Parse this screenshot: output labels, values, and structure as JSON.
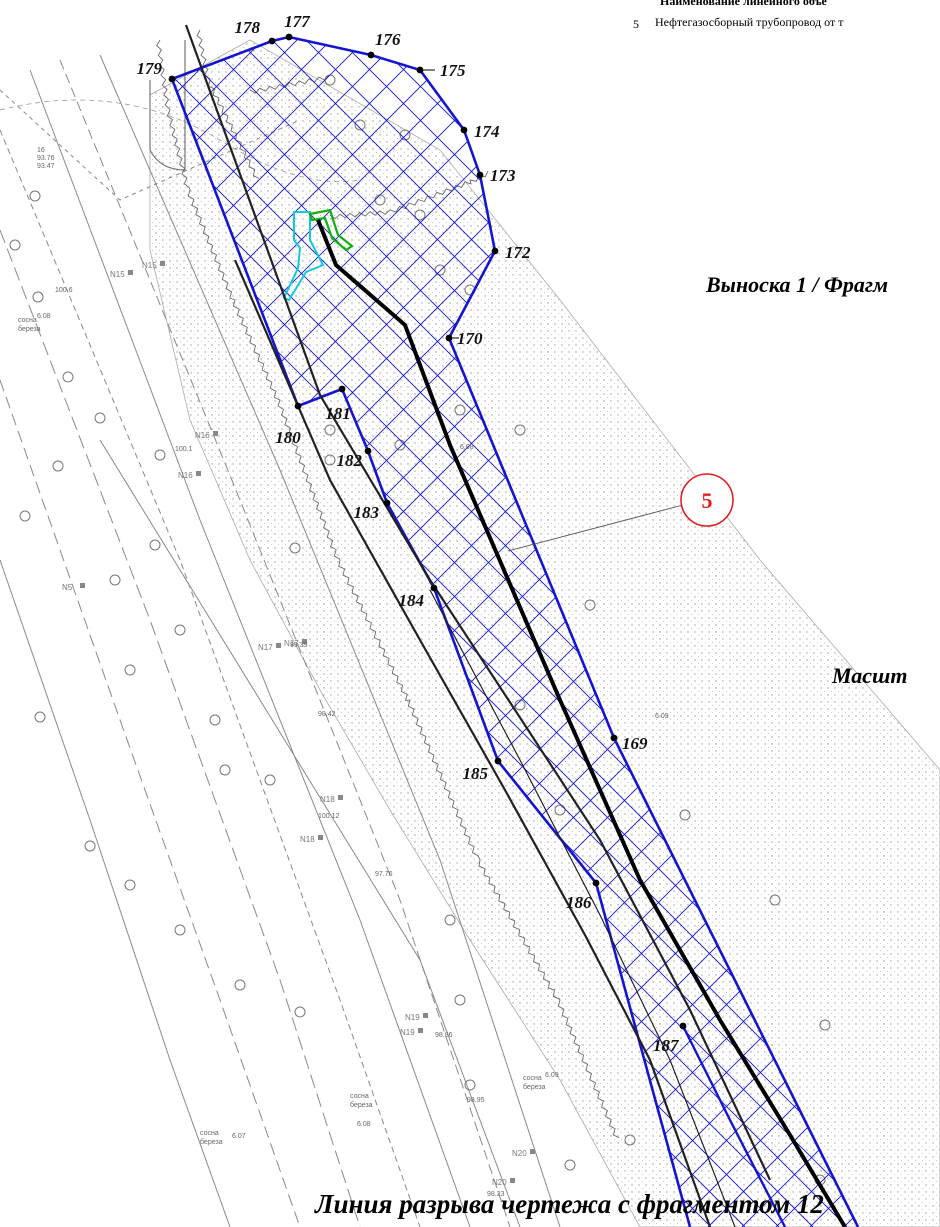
{
  "legend": {
    "header_text": "Наименование линейного объе",
    "item_number": "5",
    "item_text": "Нефтегазосборный трубопровод от т"
  },
  "titles": {
    "callout_title": "Выноска 1 / Фрагм",
    "scale_title": "Масшт",
    "bottom_caption": "Линия разрыва чертежа с фрагментом 12"
  },
  "callout": {
    "number": "5",
    "color": "#e02020"
  },
  "colors": {
    "boundary": "#1515d0",
    "pipeline": "#000000",
    "cyan_object": "#10c8e0",
    "green_object": "#10b010",
    "terrain_lines": "#888888"
  },
  "boundary_points": [
    {
      "label": "177"
    },
    {
      "label": "176"
    },
    {
      "label": "175"
    },
    {
      "label": "174"
    },
    {
      "label": "173"
    },
    {
      "label": "172"
    },
    {
      "label": "170"
    },
    {
      "label": "169"
    },
    {
      "label": "187"
    },
    {
      "label": "186"
    },
    {
      "label": "185"
    },
    {
      "label": "184"
    },
    {
      "label": "183"
    },
    {
      "label": "182"
    },
    {
      "label": "181"
    },
    {
      "label": "180"
    },
    {
      "label": "179"
    },
    {
      "label": "178"
    }
  ],
  "survey_labels": [
    "N15",
    "N15",
    "N16",
    "N16",
    "N17",
    "N17",
    "N18",
    "N18",
    "N19",
    "N19",
    "N20",
    "N20",
    "N5"
  ],
  "elevation_labels": [
    "16",
    "93.76",
    "93.47",
    "100.6",
    "100.1",
    "99.39",
    "98.42",
    "100.12",
    "97.76",
    "98.86",
    "98.95",
    "98.23",
    "6.08",
    "6.08",
    "6.09",
    "6.09",
    "6.08",
    "6.07"
  ],
  "tree_labels": [
    "сосна",
    "береза"
  ]
}
